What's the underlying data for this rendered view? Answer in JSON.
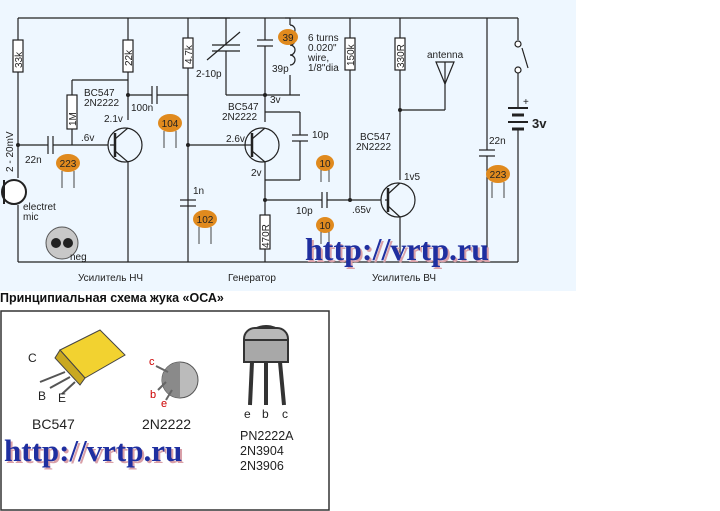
{
  "schematic": {
    "colors": {
      "background": "#eef7ff",
      "wire": "#222222",
      "cap_body": "#e08a1e",
      "watermark": "#1f2fa0",
      "watermark_shadow": "#d9a0a8"
    },
    "resistors": {
      "r1": "33k",
      "r2": "22k",
      "r3": "4.7k",
      "r4": "1M",
      "r5": "150k",
      "r6": "330R",
      "r7": "470R"
    },
    "capacitors": {
      "c_in": "22n",
      "c_in_code": "223",
      "c_couple": "100n",
      "c_couple_code": "104",
      "c_trim": "2-10p",
      "c_tank": "39p",
      "c_tank_code": "39",
      "c_fb": "10p",
      "c_fb_code": "10",
      "c_1n": "1n",
      "c_1n_code": "102",
      "c_out": "10p",
      "c_out_code": "10",
      "c_supply": "22n",
      "c_supply_code": "223"
    },
    "transistors": {
      "q1": {
        "type": "BC547",
        "alt": "2N2222"
      },
      "q2": {
        "type": "BC547",
        "alt": "2N2222"
      },
      "q3": {
        "type": "BC547",
        "alt": "2N2222"
      }
    },
    "voltages": {
      "q1_c": "2.1v",
      "q1_b": ".6v",
      "q2_b": "2.6v",
      "q2_e": "2v",
      "q2_top": "3v",
      "q3_b": ".65v",
      "q3_e": "1v5",
      "battery": "3v"
    },
    "labels": {
      "mic_level": "2 - 20mV",
      "mic": "electret\nmic",
      "neg": "neg",
      "antenna": "antenna",
      "plus": "+"
    },
    "coil_note": [
      "6 turns",
      "0.020\"",
      "wire,",
      "1/8\"dia"
    ],
    "sections": {
      "af": "Усилитель НЧ",
      "gen": "Генератор",
      "rf": "Усилитель ВЧ"
    },
    "watermark": "http://vrtp.ru"
  },
  "caption": "Принципиальная схема жука «ОСА»",
  "pinout": {
    "bc547": {
      "name": "BC547",
      "pin_c": "C",
      "pin_b": "B",
      "pin_e": "E"
    },
    "n2222": {
      "name": "2N2222",
      "pin_c": "c",
      "pin_b": "b",
      "pin_e": "e"
    },
    "pn2222a": {
      "name": "PN2222A",
      "alt1": "2N3904",
      "alt2": "2N3906",
      "pin_e": "e",
      "pin_b": "b",
      "pin_c": "c"
    },
    "watermark": "http://vrtp.ru"
  }
}
